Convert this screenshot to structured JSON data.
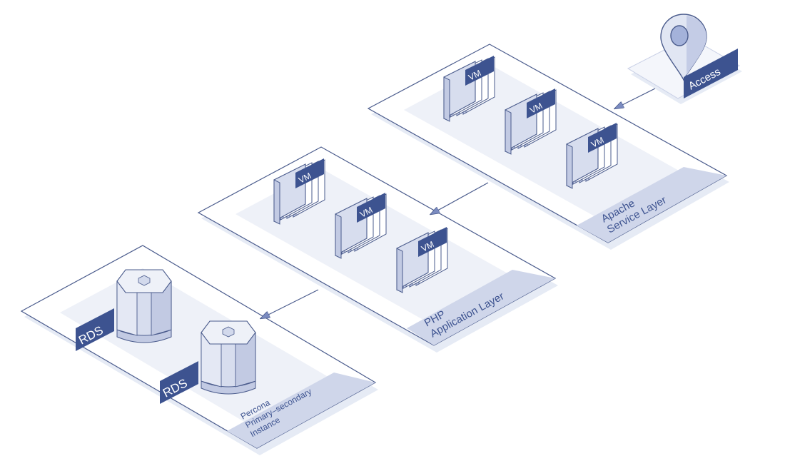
{
  "access": {
    "label": "Access"
  },
  "layers": [
    {
      "key": "apache",
      "lines": [
        "Apache",
        "Service Layer"
      ],
      "badge": "VM",
      "badges": [
        "VM",
        "VM",
        "VM"
      ]
    },
    {
      "key": "php",
      "lines": [
        "PHP",
        "Application Layer"
      ],
      "badge": "VM",
      "badges": [
        "VM",
        "VM",
        "VM"
      ]
    },
    {
      "key": "percona",
      "lines": [
        "Percona",
        "Primary–secondary",
        "Instance"
      ],
      "badges": [
        "RDS",
        "RDS"
      ]
    }
  ],
  "colors": {
    "navy": "#3d5390",
    "outline": "#4a5b8c",
    "face": "#d7ddee",
    "face_dark": "#c2cae3",
    "footer": "#cfd6ea",
    "inner": "#eef1f8",
    "board": "#ffffff",
    "shadow": "#e3e8f4"
  }
}
